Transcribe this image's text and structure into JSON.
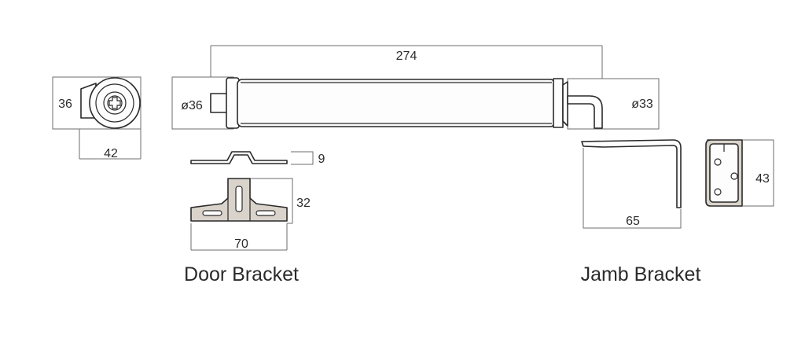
{
  "dimensions": {
    "end_height": "36",
    "end_width": "42",
    "overall_length": "274",
    "body_diameter": "ø36",
    "end_diameter": "ø33",
    "bracket_thickness": "9",
    "door_bracket_height": "32",
    "door_bracket_width": "70",
    "jamb_bracket_length": "65",
    "jamb_bracket_height": "43"
  },
  "captions": {
    "door_bracket": "Door Bracket",
    "jamb_bracket": "Jamb Bracket"
  },
  "colors": {
    "line": "#2a2a2a",
    "dimension_line": "#6e6e6e",
    "bracket_fill": "#d9d3cb"
  }
}
